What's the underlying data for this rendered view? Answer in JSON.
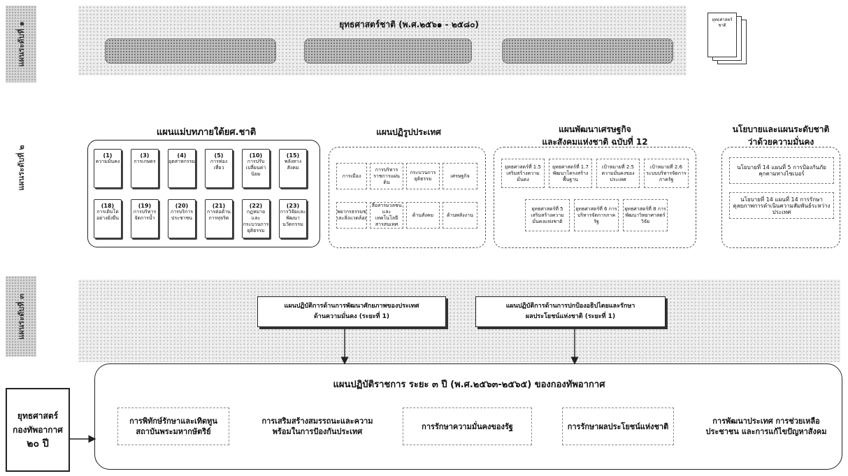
{
  "level1": {
    "tag": "แผนระดับที่ ๑",
    "title": "ยุทธศาสตร์ชาติ (พ.ศ.๒๕๖๑ - ๒๕๘๐)",
    "docs_label": "ยุทธศาสตร์ชาติ"
  },
  "level2": {
    "tag": "แผนระดับที่ ๒",
    "master": {
      "title": "แผนแม่บทภายใต้ยศ.ชาติ",
      "docs": [
        {
          "num": "(1)",
          "text": "ความมั่นคง"
        },
        {
          "num": "(3)",
          "text": "การเกษตร"
        },
        {
          "num": "(4)",
          "text": "อุตสาหกรรม"
        },
        {
          "num": "(5)",
          "text": "การท่องเที่ยว"
        },
        {
          "num": "(10)",
          "text": "การปรับเปลี่ยนค่านิยม"
        },
        {
          "num": "(15)",
          "text": "พลังทางสังคม"
        },
        {
          "num": "(18)",
          "text": "การเติบโตอย่างยั่งยืน"
        },
        {
          "num": "(19)",
          "text": "การบริหารจัดการน้ำ"
        },
        {
          "num": "(20)",
          "text": "การบริการประชาชน"
        },
        {
          "num": "(21)",
          "text": "การต่อต้านการทุจริต"
        },
        {
          "num": "(22)",
          "text": "กฎหมายและกระบวนการยุติธรรม"
        },
        {
          "num": "(23)",
          "text": "การวิจัยและพัฒนานวัตกรรม"
        }
      ]
    },
    "reform": {
      "title": "แผนปฏิรูปประเทศ",
      "cells": [
        "การเมือง",
        "การบริหารราชการแผ่นดิน",
        "กระบวนการยุติธรรม",
        "เศรษฐกิจ",
        "ทรัพยากรธรรมชาติและสิ่งแวดล้อม",
        "สื่อสารมวลชนและเทคโนโลยีสารสนเทศ",
        "ด้านสังคม",
        "ด้านพลังงาน"
      ]
    },
    "econ": {
      "title_line1": "แผนพัฒนาเศรษฐกิจ",
      "title_line2": "และสังคมแห่งชาติ ฉบับที่ 12",
      "cells": [
        "ยุทธศาสตร์ที่ 1.5 เสริมสร้างความมั่นคง",
        "ยุทธศาสตร์ที่ 1.7 พัฒนาโครงสร้างพื้นฐาน",
        "เป้าหมายที่ 2.5 ความมั่นคงของประเทศ",
        "เป้าหมายที่ 2.6 ระบบบริหารจัดการภาครัฐ",
        "ยุทธศาสตร์ที่ 5 เสริมสร้างความมั่นคงแห่งชาติ",
        "ยุทธศาสตร์ที่ 6 การบริหารจัดการภาครัฐ",
        "ยุทธศาสตร์ที่ 8 การพัฒนาวิทยาศาสตร์ วิจัย"
      ]
    },
    "security": {
      "title_line1": "นโยบายและแผนระดับชาติ",
      "title_line2": "ว่าด้วยความมั่นคง",
      "cells": [
        "นโยบายที่ 14 แผนที่ 5 การป้องกันภัยคุกคามทางไซเบอร์",
        "นโยบายที่ 14 แผนที่ 14 การรักษาดุลยภาพการดำเนินความสัมพันธ์ระหว่างประเทศ"
      ]
    }
  },
  "level3": {
    "tag": "แผนระดับที่ ๓",
    "plan1_line1": "แผนปฏิบัติการด้านการพัฒนาศักยภาพของประเทศ",
    "plan1_line2": "ด้านความมั่นคง (ระยะที่ 1)",
    "plan2_line1": "แผนปฏิบัติการด้านการปกป้องอธิปไตยและรักษา",
    "plan2_line2": "ผลประโยชน์แห่งชาติ (ระยะที่ 1)",
    "action_title": "แผนปฏิบัติราชการ ระยะ ๓ ปี (พ.ศ.๒๕๖๓-๒๕๖๕) ของกองทัพอากาศ",
    "goals": [
      "การพิทักษ์รักษาและเทิดทูนสถาบันพระมหากษัตริย์",
      "การเสริมสร้างสมรรถนะและความพร้อมในการป้องกันประเทศ",
      "การรักษาความมั่นคงของรัฐ",
      "การรักษาผลประโยชน์แห่งชาติ",
      "การพัฒนาประเทศ การช่วยเหลือประชาชน และการแก้ไขปัญหาสังคม"
    ]
  },
  "strategy": {
    "line1": "ยุทธศาสตร์",
    "line2": "กองทัพอากาศ",
    "line3": "๒๐ ปี"
  }
}
